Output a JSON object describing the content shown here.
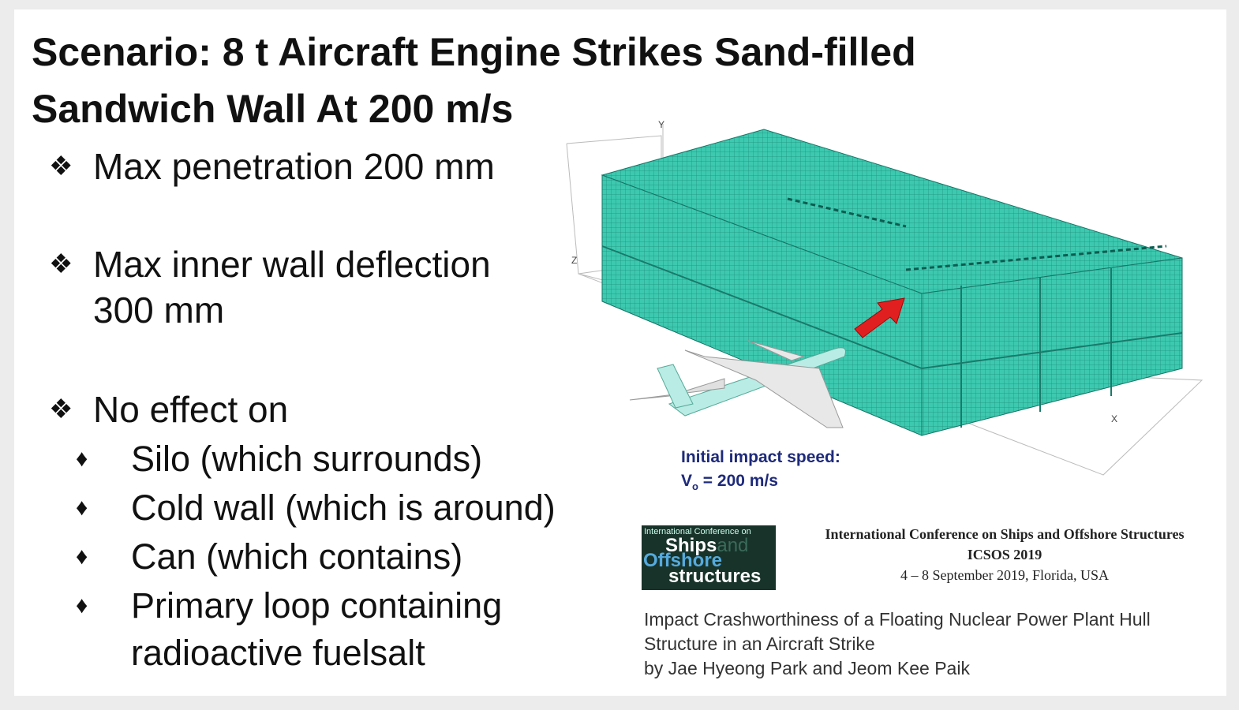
{
  "slide": {
    "title_line1": "Scenario: 8 t Aircraft Engine Strikes Sand-filled",
    "title_line2": "Sandwich Wall At 200 m/s",
    "bullet_marker": "❖",
    "sub_marker": "♦",
    "bullets": [
      {
        "line1": "Max penetration 200 mm"
      },
      {
        "line1": "Max inner wall deflection",
        "line2": "300 mm"
      },
      {
        "line1": "No effect on"
      }
    ],
    "sub_bullets": [
      {
        "line1": "Silo (which surrounds)"
      },
      {
        "line1": "Cold wall (which is around)"
      },
      {
        "line1": "Can (which contains)"
      },
      {
        "line1": "Primary loop containing",
        "line2": "radioactive fuelsalt"
      }
    ],
    "figure": {
      "speed_label": "Initial impact speed:",
      "speed_value_prefix": "V",
      "speed_value_sub": "o",
      "speed_value_rest": " = 200 m/s",
      "axis_y": "Y",
      "axis_z": "Z",
      "axis_x": "X",
      "mesh_color": "#3cc9b0",
      "arrow_color": "#e02020"
    },
    "logo": {
      "line1": "International Conference on",
      "ships": "Ships",
      "and": "and",
      "offshore": "Offshore",
      "structures": "structures"
    },
    "conference": {
      "name": "International Conference on Ships and Offshore Structures",
      "abbr": "ICSOS 2019",
      "dates": "4 – 8 September 2019, Florida, USA"
    },
    "paper": {
      "title_line1": "Impact Crashworthiness of a Floating Nuclear Power Plant Hull",
      "title_line2": "Structure in an Aircraft Strike",
      "authors": "by Jae Hyeong Park and Jeom Kee Paik"
    }
  }
}
